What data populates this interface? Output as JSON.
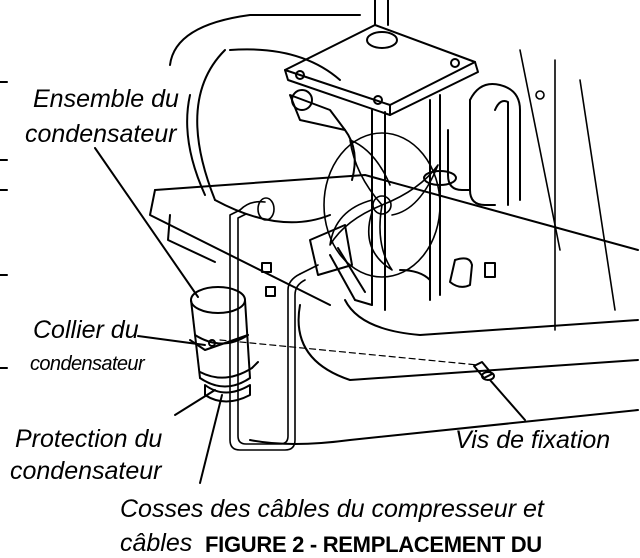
{
  "labels": {
    "ensemble_l1": "Ensemble du",
    "ensemble_l2": "condensateur",
    "collier_l1": "Collier du",
    "collier_l2": "condensateur",
    "protection_l1": "Protection du",
    "protection_l2": "condensateur",
    "vis": "Vis de fixation",
    "cosses_l1": "Cosses des câbles du compresseur et",
    "cosses_l2": "câbles"
  },
  "caption": "FIGURE 2 - REMPLACEMENT DU"
}
